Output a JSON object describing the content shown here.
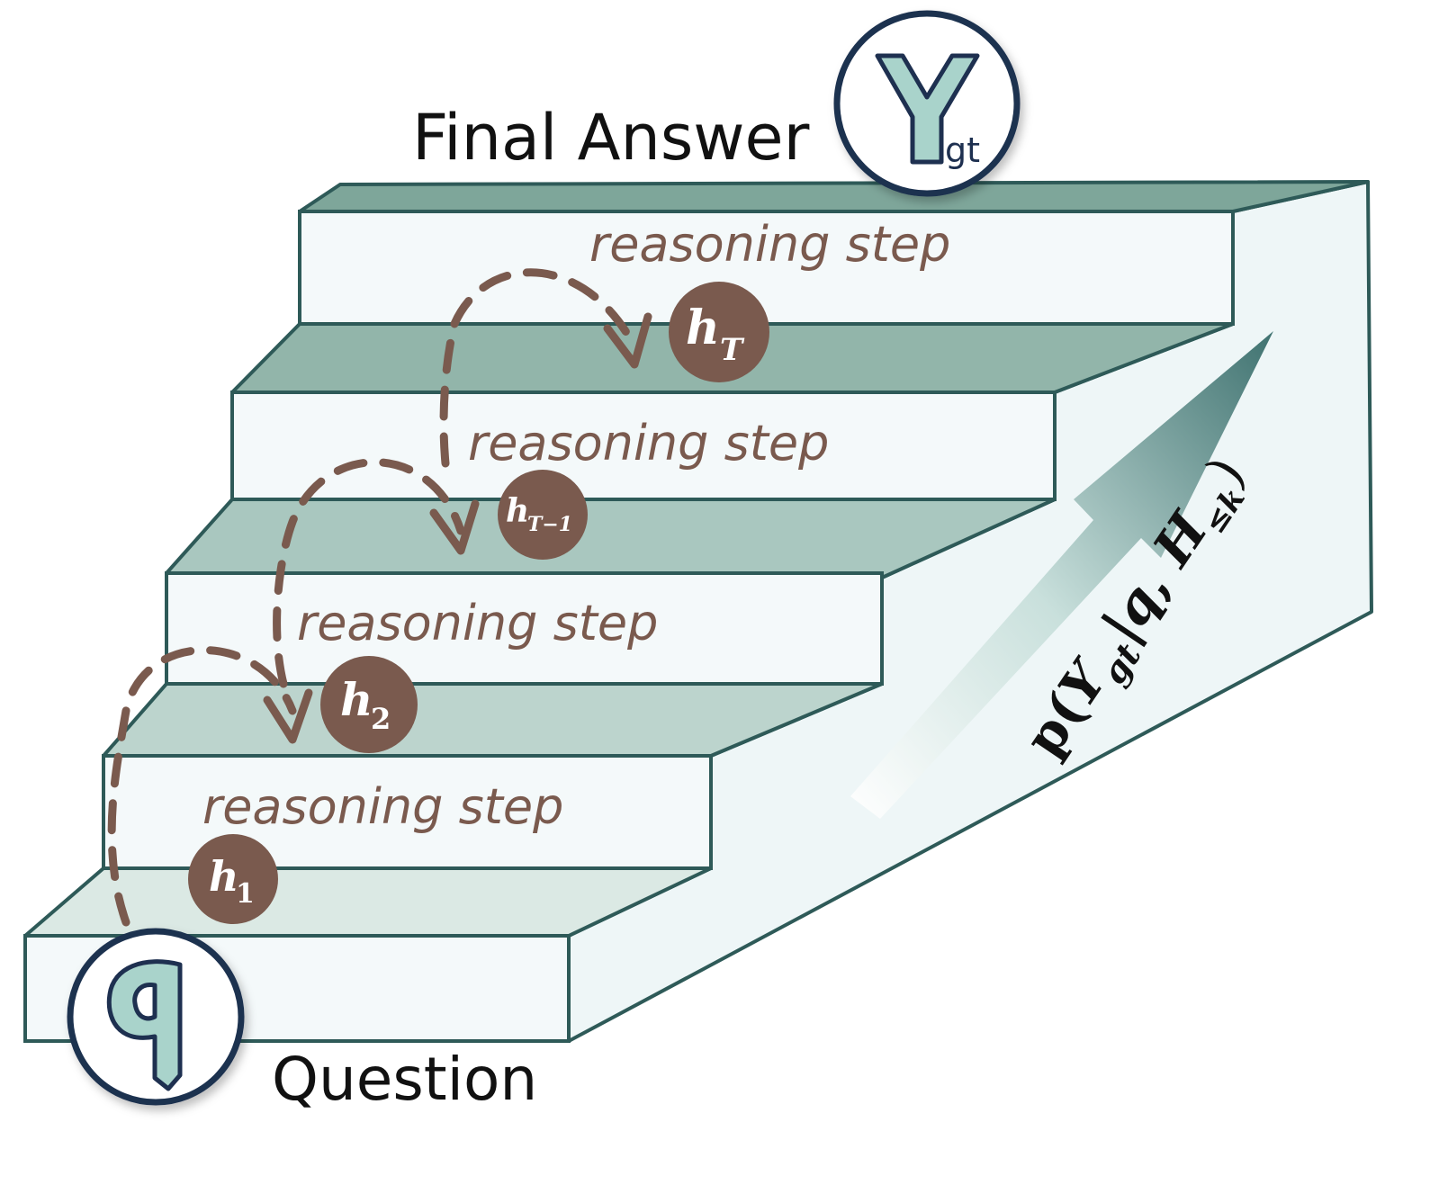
{
  "colors": {
    "edge": "#2e5a58",
    "tread_top": "#7ea69a",
    "tread_low": "#dbe9e4",
    "riser": "#f4f9fa",
    "side": "#eef6f7",
    "node": "#7a5a4e",
    "dash": "#7a5a4e",
    "step_text": "#7a5a4e",
    "circle_ring": "#1e3050",
    "glyph_fill": "#a9d3cb",
    "arrow_dark": "#3f7270",
    "arrow_light": "#d9ebe8"
  },
  "diagram": {
    "final_label": "Final Answer",
    "question_label": "Question",
    "final_glyph": "Y",
    "final_subscript": "gt",
    "question_glyph": "q",
    "steps": [
      {
        "label": "reasoning step",
        "node": "h",
        "sub": "1"
      },
      {
        "label": "reasoning step",
        "node": "h",
        "sub": "2"
      },
      {
        "label": "reasoning step",
        "node": "h",
        "sub": "T−1"
      },
      {
        "label": "reasoning step",
        "node": "h",
        "sub": "T"
      }
    ],
    "formula": {
      "p": "p(",
      "Y": "Y",
      "gt": "gt",
      "bar": "|",
      "q": "q",
      "comma": ", ",
      "H": "H",
      "sub": "≤k",
      "close": ")"
    }
  }
}
